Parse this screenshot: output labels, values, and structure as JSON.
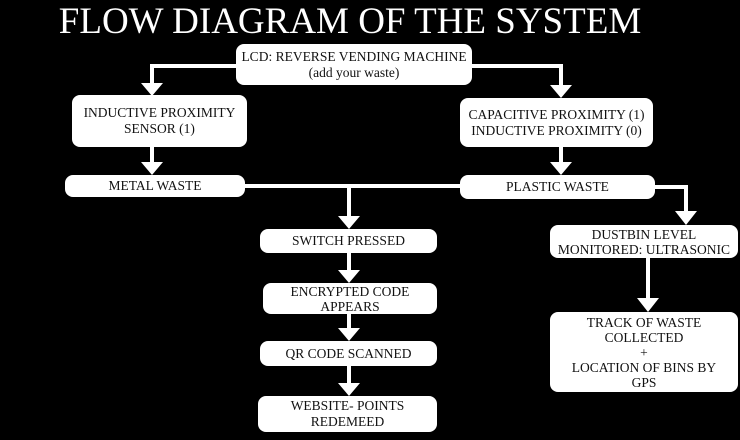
{
  "title": "FLOW DIAGRAM OF THE SYSTEM",
  "colors": {
    "background": "#000000",
    "box_fill": "#ffffff",
    "text": "#111111",
    "connector": "#ffffff"
  },
  "nodes": {
    "lcd": "LCD: REVERSE VENDING MACHINE\n(add your waste)",
    "inductive_sensor": "INDUCTIVE PROXIMITY\nSENSOR (1)",
    "capacitive_sensor": "CAPACITIVE PROXIMITY (1)\nINDUCTIVE PROXIMITY (0)",
    "metal_waste": "METAL WASTE",
    "plastic_waste": "PLASTIC WASTE",
    "switch_pressed": "SWITCH PRESSED",
    "encrypted_code": "ENCRYPTED CODE\nAPPEARS",
    "qr_scanned": "QR CODE SCANNED",
    "website_points": "WEBSITE- POINTS\nREDEMEED",
    "dustbin_level": "DUSTBIN LEVEL\nMONITORED: ULTRASONIC",
    "track_waste": "TRACK OF WASTE\nCOLLECTED\n+\nLOCATION OF BINS BY\nGPS"
  },
  "edges": [
    {
      "from": "lcd",
      "to": "inductive_sensor"
    },
    {
      "from": "lcd",
      "to": "capacitive_sensor"
    },
    {
      "from": "inductive_sensor",
      "to": "metal_waste"
    },
    {
      "from": "capacitive_sensor",
      "to": "plastic_waste"
    },
    {
      "from": "metal_waste",
      "to": "switch_pressed"
    },
    {
      "from": "plastic_waste",
      "to": "switch_pressed"
    },
    {
      "from": "plastic_waste",
      "to": "dustbin_level"
    },
    {
      "from": "switch_pressed",
      "to": "encrypted_code"
    },
    {
      "from": "encrypted_code",
      "to": "qr_scanned"
    },
    {
      "from": "qr_scanned",
      "to": "website_points"
    },
    {
      "from": "dustbin_level",
      "to": "track_waste"
    }
  ]
}
